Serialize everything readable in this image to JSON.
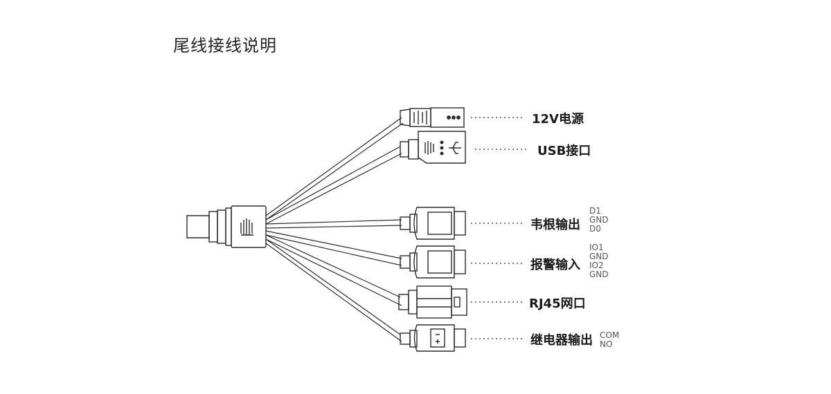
{
  "title": "尾线接线说明",
  "connectors": [
    {
      "id": "power",
      "label": "12V电源",
      "pins": []
    },
    {
      "id": "usb",
      "label": "USB接口",
      "pins": []
    },
    {
      "id": "wiegand",
      "label": "韦根输出",
      "pins": [
        "D1",
        "GND",
        "D0"
      ]
    },
    {
      "id": "alarm",
      "label": "报警输入",
      "pins": [
        "IO1",
        "GND",
        "IO2",
        "GND"
      ]
    },
    {
      "id": "rj45",
      "label": "RJ45网口",
      "pins": []
    },
    {
      "id": "relay",
      "label": "继电器输出",
      "pins": [
        "COM",
        "NO"
      ]
    }
  ]
}
